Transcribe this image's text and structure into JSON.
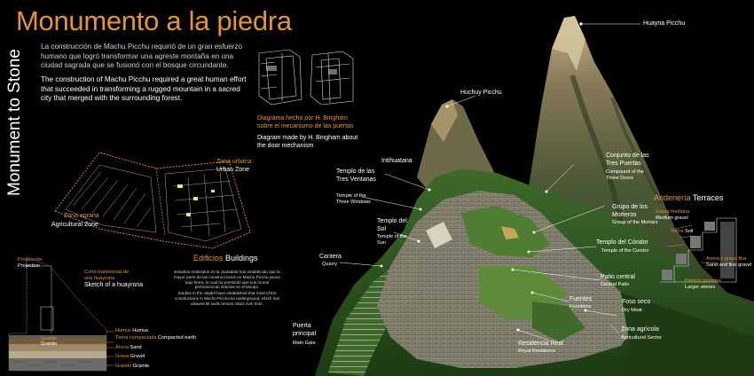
{
  "title": "Monumento a la piedra",
  "vertical_title": "Monument to Stone",
  "intro": {
    "es": "La construcción de Machu Picchu requirió de un gran esfuerzo humano que logró transformar una agreste montaña en una ciudad sagrada que se fusionó con el bosque circundante.",
    "en": "The construction of Machu Picchu required a great human effort that succeeded in transforming a rugged mountain in a sacred city that merged with the surrounding forest."
  },
  "diagram": {
    "caption_es": "Diagrama hecho por H. Bingham sobre el mecanismo de las puertas",
    "caption_en": "Diagram made by H. Bingham about the door mechanism"
  },
  "zones": {
    "urban_es": "Zona urbana",
    "urban_en": "Urban Zone",
    "agri_es": "Zona agraria",
    "agri_en": "Agricultural Zone"
  },
  "buildings": {
    "title_es": "Edificios",
    "title_en": "Buildings",
    "para_es": "Estudios realizados en la ciudadela han establecido que la mayor parte de las construcciones en Machu Picchu yacen bajo tierra, lo cual ha permitido que sus muros permanezcan intactos en el tiempo.",
    "para_en": "Studies in the citadel have established that most of the constructions in Machu Picchu lie underground, which has allowed its walls remain intact over time.",
    "projection_es": "Proyección",
    "projection_en": "Projection",
    "cut_es": "Corte transversal de una huayrona",
    "cut_en": "Sketch of a huayrona",
    "granite_es": "Granito",
    "granite_en": "Granite",
    "layers": [
      {
        "es": "Humus",
        "en": "Humus"
      },
      {
        "es": "Tierra compactada",
        "en": "Compacted earth"
      },
      {
        "es": "Arena",
        "en": "Sand"
      },
      {
        "es": "Grava",
        "en": "Gravel"
      },
      {
        "es": "Granito",
        "en": "Granite"
      }
    ]
  },
  "places": {
    "huayna": "Huayna Picchu",
    "huchuy": "Huchuy Picchu",
    "intihuatana": "Intihuatana",
    "tres_ventanas_es": "Templo de las Tres Ventanas",
    "tres_ventanas_en": "Temple of the Three Windows",
    "templo_sol_es": "Templo del Sol",
    "templo_sol_en": "Temple of the Sun",
    "cantera_es": "Cantera",
    "cantera_en": "Quarry",
    "puerta_es": "Puerta principal",
    "puerta_en": "Main Gate",
    "tres_puertas_es": "Conjunto de las Tres Puertas",
    "tres_puertas_en": "Compound of the Three Doors",
    "morteros_es": "Grupo de los Morteros",
    "morteros_en": "Group of the Mortars",
    "condor_es": "Templo del Cóndor",
    "condor_en": "Temple of the Condor",
    "patio_es": "Patio central",
    "patio_en": "Central Patio",
    "fuentes_es": "Fuentes",
    "fuentes_en": "Fountains",
    "foso_es": "Foso seco",
    "foso_en": "Dry Moat",
    "residencia_es": "Residencia Real",
    "residencia_en": "Royal Residence",
    "agricola_es": "Zona agrícola",
    "agricola_en": "Agricultural Sector"
  },
  "terraces": {
    "title_es": "Andenería",
    "title_en": "Terraces",
    "medium_es": "Grava mediana",
    "medium_en": "Medium gravel",
    "soil_es": "Tierra",
    "soil_en": "Soil",
    "sand_es": "Arena y grava fina",
    "sand_en": "Sand and fine gravel",
    "stones_es": "Piedras grandes",
    "stones_en": "Larger stones"
  },
  "colors": {
    "accent": "#e3943a",
    "background": "#000000"
  }
}
